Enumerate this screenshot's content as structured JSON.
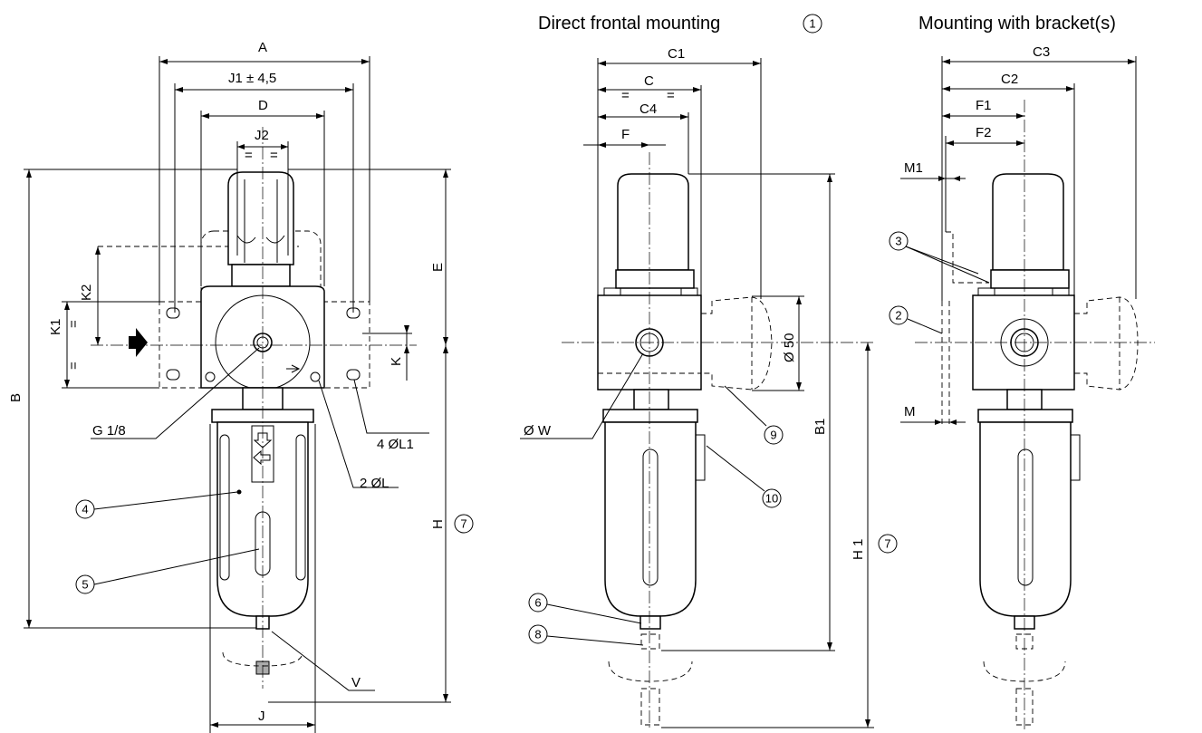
{
  "titles": {
    "frontal": "Direct frontal mounting",
    "frontal_ref": "1",
    "bracket": "Mounting with bracket(s)"
  },
  "view1": {
    "A": "A",
    "J1": "J1 ± 4,5",
    "D": "D",
    "J2": "J2",
    "B": "B",
    "E": "E",
    "K1": "K1",
    "K2": "K2",
    "K": "K",
    "G": "G 1/8",
    "L1": "4 ØL1",
    "L": "2 ØL",
    "H": "H",
    "V": "V",
    "J": "J",
    "eq": "="
  },
  "view2": {
    "C1": "C1",
    "C": "C",
    "C4": "C4",
    "F": "F",
    "W": "Ø W",
    "D50": "Ø 50",
    "B1": "B1",
    "H1": "H 1",
    "eq": "="
  },
  "view3": {
    "C3": "C3",
    "C2": "C2",
    "F1": "F1",
    "F2": "F2",
    "M1": "M1",
    "M": "M"
  },
  "callouts": [
    "1",
    "2",
    "3",
    "4",
    "5",
    "6",
    "7",
    "8",
    "9",
    "10"
  ]
}
